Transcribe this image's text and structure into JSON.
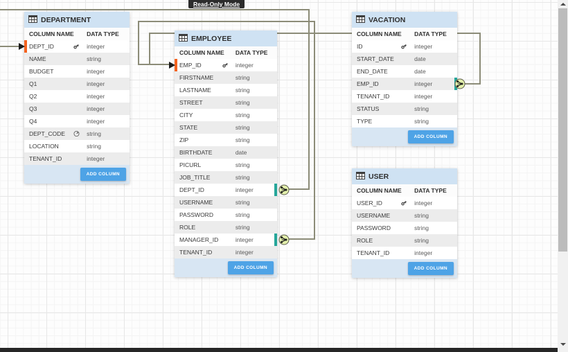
{
  "badge": {
    "label": "Read-Only Mode"
  },
  "colors": {
    "table_header_bg": "#cfe2f3",
    "table_footer_bg": "#d8e6f3",
    "add_button_bg": "#4ea3e6",
    "primary_key_marker": "#f4621f",
    "foreign_key_marker": "#26a69a",
    "relationship_line": "#8c8c78",
    "connector_fill": "#e3f0ac",
    "row_alt_bg": "#ececec"
  },
  "icons": {
    "table": "table-grid-icon",
    "key": "key-icon",
    "formula": "circled-arrow-icon",
    "many_connector": "crowfoot-circle-icon",
    "arrowhead": "one-side-arrow-icon"
  },
  "tables": [
    {
      "id": "department",
      "title": "DEPARTMENT",
      "col_header": "COLUMN NAME",
      "type_header": "DATA TYPE",
      "add_button": "ADD COLUMN",
      "columns": [
        {
          "name": "DEPT_ID",
          "type": "integer",
          "key": true,
          "left_marker": true
        },
        {
          "name": "NAME",
          "type": "string"
        },
        {
          "name": "BUDGET",
          "type": "integer"
        },
        {
          "name": "Q1",
          "type": "integer"
        },
        {
          "name": "Q2",
          "type": "integer"
        },
        {
          "name": "Q3",
          "type": "integer"
        },
        {
          "name": "Q4",
          "type": "integer"
        },
        {
          "name": "DEPT_CODE",
          "type": "string",
          "formula": true
        },
        {
          "name": "LOCATION",
          "type": "string"
        },
        {
          "name": "TENANT_ID",
          "type": "integer"
        }
      ]
    },
    {
      "id": "employee",
      "title": "EMPLOYEE",
      "col_header": "COLUMN NAME",
      "type_header": "DATA TYPE",
      "add_button": "ADD COLUMN",
      "columns": [
        {
          "name": "EMP_ID",
          "type": "integer",
          "key": true,
          "left_marker": true
        },
        {
          "name": "FIRSTNAME",
          "type": "string"
        },
        {
          "name": "LASTNAME",
          "type": "string"
        },
        {
          "name": "STREET",
          "type": "string"
        },
        {
          "name": "CITY",
          "type": "string"
        },
        {
          "name": "STATE",
          "type": "string"
        },
        {
          "name": "ZIP",
          "type": "string"
        },
        {
          "name": "BIRTHDATE",
          "type": "date"
        },
        {
          "name": "PICURL",
          "type": "string"
        },
        {
          "name": "JOB_TITLE",
          "type": "string"
        },
        {
          "name": "DEPT_ID",
          "type": "integer",
          "right_marker": true
        },
        {
          "name": "USERNAME",
          "type": "string"
        },
        {
          "name": "PASSWORD",
          "type": "string"
        },
        {
          "name": "ROLE",
          "type": "string"
        },
        {
          "name": "MANAGER_ID",
          "type": "integer",
          "right_marker": true
        },
        {
          "name": "TENANT_ID",
          "type": "integer"
        }
      ]
    },
    {
      "id": "vacation",
      "title": "VACATION",
      "col_header": "COLUMN NAME",
      "type_header": "DATA TYPE",
      "add_button": "ADD COLUMN",
      "columns": [
        {
          "name": "ID",
          "type": "integer",
          "key": true
        },
        {
          "name": "START_DATE",
          "type": "date"
        },
        {
          "name": "END_DATE",
          "type": "date"
        },
        {
          "name": "EMP_ID",
          "type": "integer",
          "right_marker": true
        },
        {
          "name": "TENANT_ID",
          "type": "integer"
        },
        {
          "name": "STATUS",
          "type": "string"
        },
        {
          "name": "TYPE",
          "type": "string"
        }
      ]
    },
    {
      "id": "user",
      "title": "USER",
      "col_header": "COLUMN NAME",
      "type_header": "DATA TYPE",
      "add_button": "ADD COLUMN",
      "columns": [
        {
          "name": "USER_ID",
          "type": "integer",
          "key": true
        },
        {
          "name": "USERNAME",
          "type": "string"
        },
        {
          "name": "PASSWORD",
          "type": "string"
        },
        {
          "name": "ROLE",
          "type": "string"
        },
        {
          "name": "TENANT_ID",
          "type": "integer"
        }
      ]
    }
  ],
  "relationships": [
    {
      "from": "EMPLOYEE.DEPT_ID",
      "to": "DEPARTMENT.DEPT_ID"
    },
    {
      "from": "EMPLOYEE.MANAGER_ID",
      "to": "EMPLOYEE.EMP_ID"
    },
    {
      "from": "VACATION.EMP_ID",
      "to": "EMPLOYEE.EMP_ID"
    }
  ]
}
